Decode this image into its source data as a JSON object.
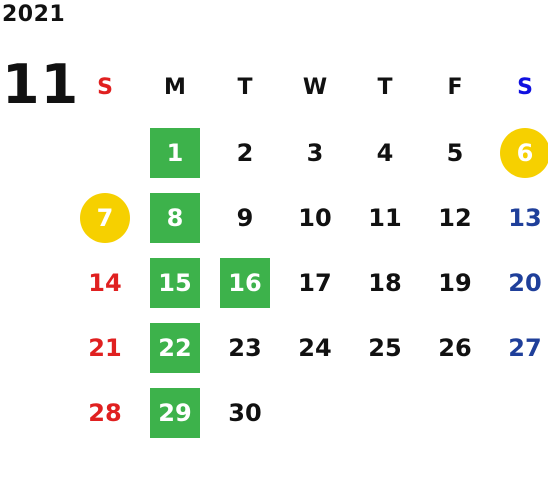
{
  "calendar": {
    "year": "2021",
    "month": "11",
    "weekdays": [
      "S",
      "M",
      "T",
      "W",
      "T",
      "F",
      "S"
    ],
    "weeks": [
      [
        "",
        "1",
        "2",
        "3",
        "4",
        "5",
        "6"
      ],
      [
        "7",
        "8",
        "9",
        "10",
        "11",
        "12",
        "13"
      ],
      [
        "14",
        "15",
        "16",
        "17",
        "18",
        "19",
        "20"
      ],
      [
        "21",
        "22",
        "23",
        "24",
        "25",
        "26",
        "27"
      ],
      [
        "28",
        "29",
        "30",
        "",
        "",
        "",
        ""
      ]
    ],
    "highlighted_green": [
      "1",
      "8",
      "15",
      "16",
      "22",
      "29"
    ],
    "highlighted_gold": [
      "6",
      "7"
    ],
    "colors": {
      "sunday": "#e02020",
      "saturday": "#1f3f9a",
      "saturday_header": "#1010e0",
      "green_highlight": "#3db24b",
      "gold_highlight": "#f6d000",
      "text": "#111111"
    }
  }
}
